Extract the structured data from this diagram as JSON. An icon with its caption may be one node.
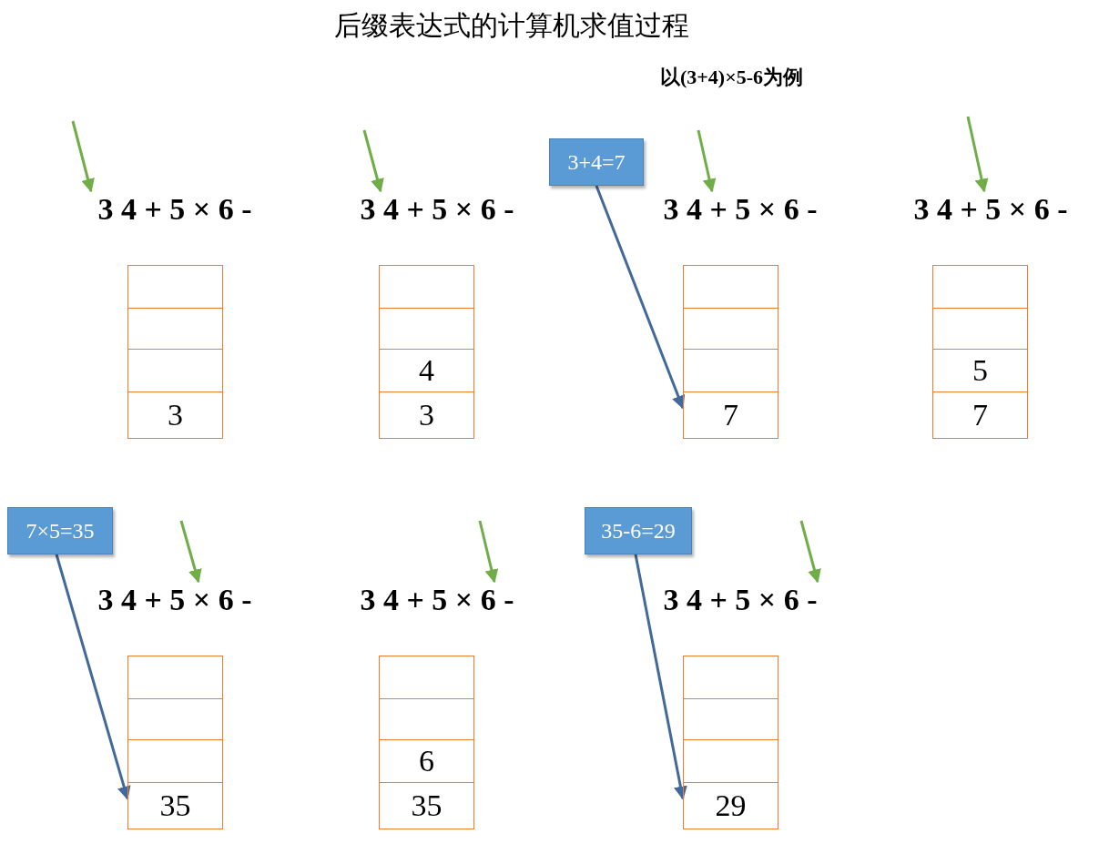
{
  "diagram": {
    "title": "后缀表达式的计算机求值过程",
    "nodes": [
      {
        "text": [
          "3 4 + 5 × 6 -"
        ]
      },
      {
        "text": [],
        "shape": "box"
      },
      {
        "text": [],
        "shape": "box"
      },
      {
        "text": [],
        "shape": "box"
      },
      {
        "text": [
          "3"
        ]
      },
      {
        "text": [
          "3 4 + 5 × 6 -"
        ]
      },
      {
        "text": [],
        "shape": "box"
      },
      {
        "text": [],
        "shape": "box"
      },
      {
        "text": [
          "4"
        ]
      },
      {
        "text": [
          "3"
        ]
      },
      {
        "text": [
          "3+4=7"
        ]
      },
      {
        "text": [
          "3 4 + 5 × 6 -"
        ]
      },
      {
        "text": [],
        "shape": "box"
      },
      {
        "text": [],
        "shape": "box"
      },
      {
        "text": [],
        "shape": "box"
      },
      {
        "text": [
          "7"
        ]
      },
      {
        "text": [
          "3 4 + 5 × 6 -"
        ]
      },
      {
        "text": [],
        "shape": "box"
      },
      {
        "text": [],
        "shape": "box"
      },
      {
        "text": [
          "5"
        ]
      },
      {
        "text": [
          "7"
        ]
      },
      {
        "text": [
          "7×5=35"
        ]
      },
      {
        "text": [
          "3 4 + 5 × 6 -"
        ]
      },
      {
        "text": [],
        "shape": "box"
      },
      {
        "text": [],
        "shape": "box"
      },
      {
        "text": [],
        "shape": "box"
      },
      {
        "text": [
          "35"
        ]
      },
      {
        "text": [
          "3 4 + 5 × 6 -"
        ]
      },
      {
        "text": [],
        "shape": "box"
      },
      {
        "text": [],
        "shape": "box"
      },
      {
        "text": [
          "6"
        ]
      },
      {
        "text": [
          "35"
        ]
      },
      {
        "text": [
          "35-6=29"
        ]
      },
      {
        "text": [
          "3 4 + 5 × 6 -"
        ]
      },
      {
        "text": [],
        "shape": "box"
      },
      {
        "text": [],
        "shape": "box"
      },
      {
        "text": [],
        "shape": "box"
      },
      {
        "text": [
          "29"
        ]
      }
    ],
    "edges": [
      {
        "from": null,
        "to": 0,
        "arrow": "to"
      },
      {
        "from": null,
        "to": 5,
        "arrow": "to"
      },
      {
        "from": null,
        "to": 11,
        "arrow": "to"
      },
      {
        "from": null,
        "to": 16,
        "arrow": "to"
      },
      {
        "from": null,
        "to": 22,
        "arrow": "to"
      },
      {
        "from": null,
        "to": 27,
        "arrow": "to"
      },
      {
        "from": null,
        "to": 33,
        "arrow": "to"
      },
      {
        "from": 10,
        "to": 15,
        "arrow": "to",
        "color": "#41699a"
      },
      {
        "from": 21,
        "to": 26,
        "arrow": "to",
        "color": "#41699a"
      },
      {
        "from": 32,
        "to": 37,
        "arrow": "to",
        "color": "#41699a"
      }
    ],
    "labels": [
      "以(3+4)×5-6为例"
    ]
  }
}
